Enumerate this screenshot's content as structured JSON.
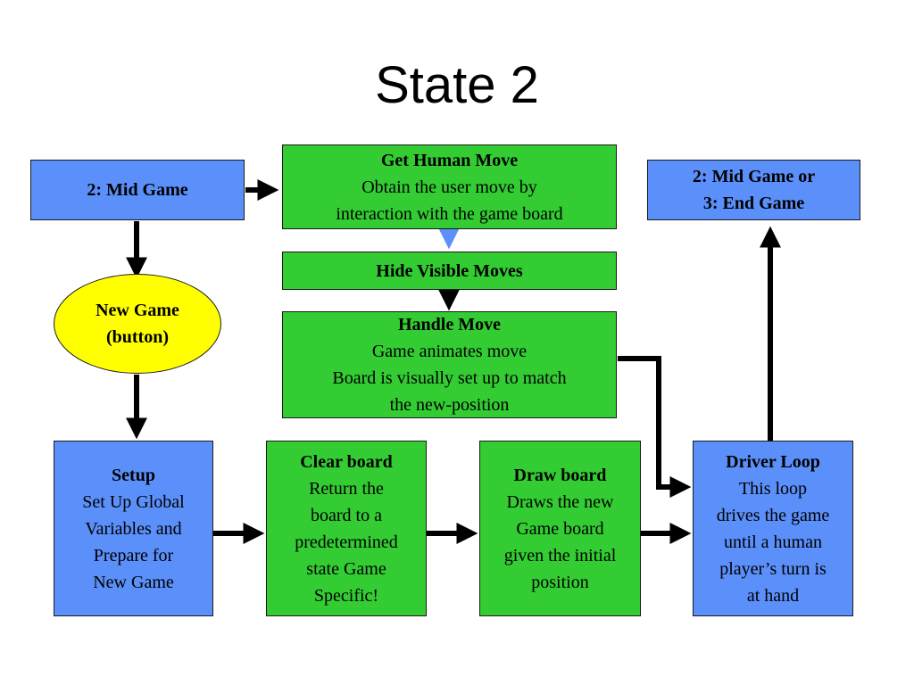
{
  "slide": {
    "title": "State 2"
  },
  "nodes": {
    "mid_game": {
      "label": "2: Mid Game"
    },
    "new_game": {
      "line1": "New Game",
      "line2": "(button)"
    },
    "setup": {
      "heading": "Setup",
      "lines": [
        "Set Up Global",
        "Variables and",
        "Prepare for",
        "New Game"
      ]
    },
    "clear_board": {
      "heading": "Clear board",
      "lines": [
        "Return the",
        "board to a",
        "predetermined",
        "state Game",
        "Specific!"
      ]
    },
    "draw_board": {
      "heading": "Draw board",
      "lines": [
        "Draws the new",
        "Game board",
        "given the initial",
        "position"
      ]
    },
    "driver_loop": {
      "heading": "Driver Loop",
      "lines": [
        "This loop",
        "drives the game",
        "until a human",
        "player’s turn is",
        "at hand"
      ]
    },
    "get_human_move": {
      "heading": "Get Human Move",
      "lines": [
        "Obtain the user move by",
        "interaction with the game board"
      ]
    },
    "hide_visible_moves": {
      "heading": "Hide Visible Moves"
    },
    "handle_move": {
      "heading": "Handle Move",
      "lines": [
        "Game animates move",
        "Board is visually set up to match",
        "the new-position"
      ]
    },
    "end_state": {
      "line1": "2: Mid Game or",
      "line2": "3: End Game"
    }
  },
  "colors": {
    "blue_box": "#5b8ff9",
    "green_box": "#33cc33",
    "oval": "#ffff00",
    "accent_arrow": "#5b8ff9"
  }
}
